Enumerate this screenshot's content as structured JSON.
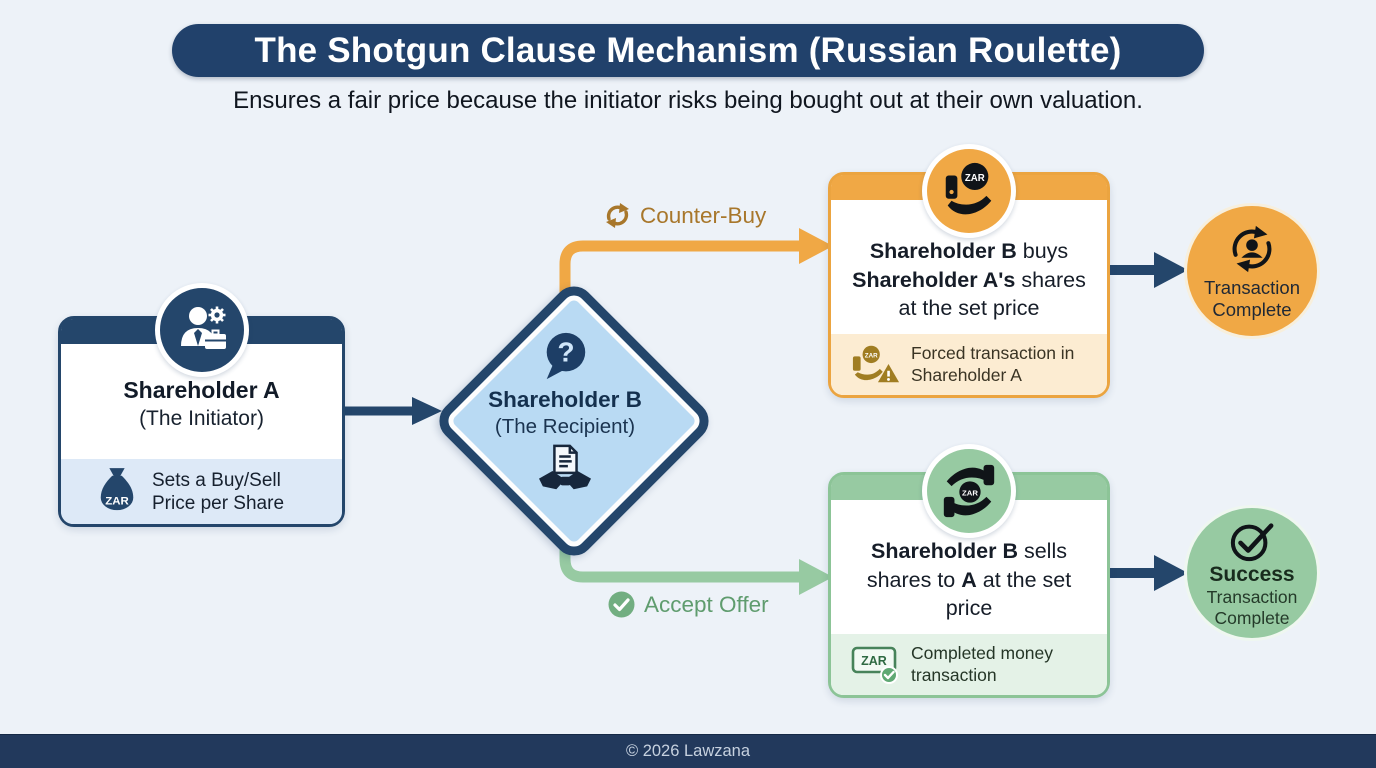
{
  "title": "The Shotgun Clause Mechanism (Russian Roulette)",
  "subtitle": "Ensures a fair price because the initiator risks being bought out at their own valuation.",
  "currency": "ZAR",
  "shareholder_a": {
    "name": "Shareholder A",
    "role": "(The Initiator)",
    "note": "Sets a Buy/Sell Price per Share"
  },
  "decision": {
    "name": "Shareholder B",
    "role": "(The Recipient)",
    "question_mark": "?"
  },
  "counter_buy": {
    "label": "Counter-Buy",
    "outcome_line1": {
      "bold": "Shareholder B",
      "rest": " buys"
    },
    "outcome_line2": {
      "bold": "Shareholder A's",
      "rest": " shares"
    },
    "outcome_line3": "at the set price",
    "note": "Forced transaction in Shareholder A",
    "result": "Transaction Complete"
  },
  "accept_offer": {
    "label": "Accept Offer",
    "outcome_line1": {
      "bold": "Shareholder B",
      "rest": " sells"
    },
    "outcome_line2": {
      "pre": "shares to ",
      "bold": "A",
      "rest": " at the set"
    },
    "outcome_line3": "price",
    "note": "Completed money transaction",
    "result_title": "Success",
    "result": "Transaction Complete"
  },
  "footer": "© 2026 Lawzana",
  "colors": {
    "navy": "#24466b",
    "orange": "#f0a845",
    "green": "#97caa2",
    "background": "#edf2f8",
    "light_blue_panel": "#dde9f7",
    "cream_panel": "#fcecd2",
    "light_green_panel": "#e4f2e7",
    "diamond_fill": "#b9daf3"
  }
}
